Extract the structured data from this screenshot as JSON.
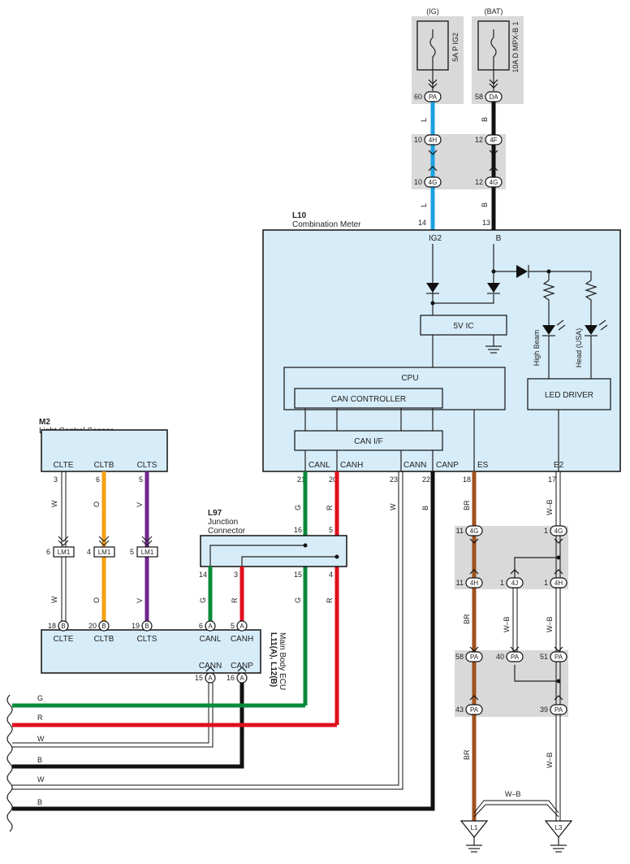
{
  "fuses": {
    "ig": {
      "bus": "(IG)",
      "rating": "5A P IG2",
      "pin": "60",
      "conn": "PA"
    },
    "bat": {
      "bus": "(BAT)",
      "rating": "10A D MPX-B 1",
      "pin": "58",
      "conn": "DA"
    }
  },
  "wire_colors": {
    "L": "L",
    "B": "B",
    "G": "G",
    "R": "R",
    "W": "W",
    "O": "O",
    "V": "V",
    "BR": "BR",
    "WB": "W–B"
  },
  "top_conns": {
    "p4h": {
      "pin": "10",
      "id": "4H"
    },
    "p4f": {
      "pin": "12",
      "id": "4F"
    },
    "p4g": {
      "pin": "10",
      "id": "4G"
    },
    "p4g2": {
      "pin": "12",
      "id": "4G"
    }
  },
  "meter": {
    "code": "L10",
    "name": "Combination Meter",
    "pin_ig2": "14",
    "pin_b": "13",
    "term_ig2": "IG2",
    "term_b": "B",
    "ic": "5V IC",
    "cpu": "CPU",
    "can_controller": "CAN CONTROLLER",
    "can_if": "CAN I/F",
    "led_driver": "LED DRIVER",
    "high_beam": "High Beam",
    "head_usa": "Head (USA)",
    "terms": {
      "canl": "CANL",
      "canh": "CANH",
      "cann": "CANN",
      "canp": "CANP",
      "es": "ES",
      "e2": "E2"
    },
    "pins": {
      "canl": "21",
      "canh": "20",
      "cann": "23",
      "canp": "22",
      "es": "18",
      "e2": "17"
    }
  },
  "sensor": {
    "code": "M2",
    "name": "Light Control Sensor",
    "terms": {
      "clte": "CLTE",
      "cltb": "CLTB",
      "clts": "CLTS"
    },
    "pins": {
      "clte": "3",
      "cltb": "6",
      "clts": "5"
    }
  },
  "lm": {
    "id": "LM1",
    "pins": [
      "6",
      "4",
      "5"
    ]
  },
  "junction": {
    "code": "L97",
    "name1": "Junction",
    "name2": "Connector",
    "pins": {
      "t1": "16",
      "t2": "5",
      "b1": "14",
      "b2": "3",
      "b3": "15",
      "b4": "4"
    }
  },
  "ecu": {
    "code": "L11(A), L12(B)",
    "name": "Main Body ECU",
    "terms": {
      "clte": "CLTE",
      "cltb": "CLTB",
      "clts": "CLTS",
      "canl": "CANL",
      "canh": "CANH",
      "cann": "CANN",
      "canp": "CANP"
    },
    "pins": {
      "clte": "18",
      "cltb": "20",
      "clts": "19",
      "canl": "6",
      "canh": "5",
      "cann": "15",
      "canp": "16"
    },
    "conn_b": "B",
    "conn_a": "A"
  },
  "ground_conns": {
    "c4g_l": {
      "pin": "11",
      "id": "4G"
    },
    "c4g_r": {
      "pin": "1",
      "id": "4G"
    },
    "c4h_l": {
      "pin": "11",
      "id": "4H"
    },
    "c4j": {
      "pin": "1",
      "id": "4J"
    },
    "c4h_r": {
      "pin": "1",
      "id": "4H"
    },
    "pa58": {
      "pin": "58",
      "id": "PA"
    },
    "pa40": {
      "pin": "40",
      "id": "PA"
    },
    "pa51": {
      "pin": "51",
      "id": "PA"
    },
    "pa43": {
      "pin": "43",
      "id": "PA"
    },
    "pa39": {
      "pin": "39",
      "id": "PA"
    }
  },
  "grounds": {
    "l1": "L1",
    "l3": "L3"
  },
  "colors": {
    "blue": "#1aa0e0",
    "black": "#111111",
    "green": "#0a8a3a",
    "red": "#e0101e",
    "orange": "#f5a010",
    "purple": "#702890",
    "brown": "#a0521e",
    "box": "#d6ecf8",
    "gray": "#d9d9d9"
  }
}
